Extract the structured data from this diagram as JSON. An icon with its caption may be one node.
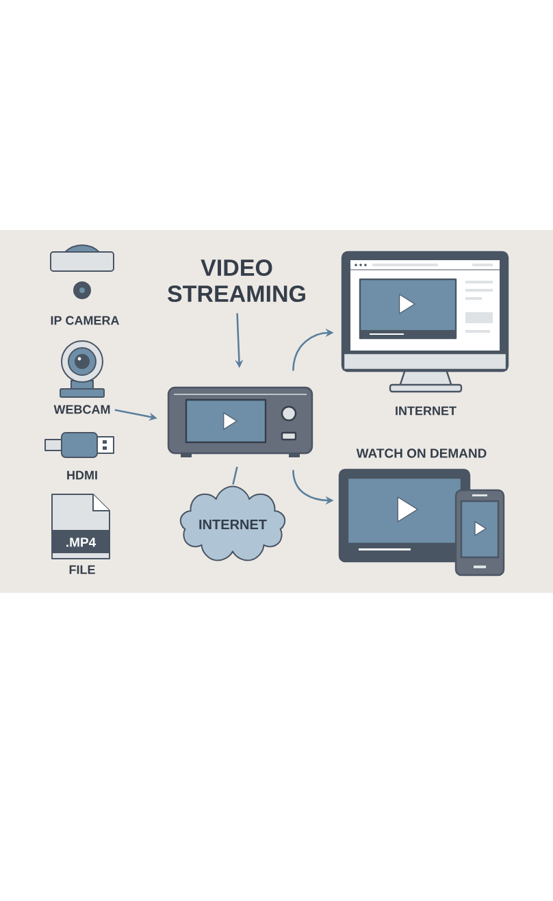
{
  "diagram": {
    "nodes": [
      {
        "text": [
          "IP CAMERA"
        ]
      },
      {
        "text": [
          "WEBCAM"
        ]
      },
      {
        "text": [
          "HDMI"
        ]
      },
      {
        "text": [
          ".MP4",
          "FILE"
        ]
      },
      {
        "text": [
          "VIDEO STREAMING"
        ]
      },
      {
        "text": [],
        "shape": "picture"
      },
      {
        "text": [
          "INTERNET"
        ]
      },
      {
        "text": [
          "INTERNET"
        ]
      },
      {
        "text": [
          "WATCH ON DEMAND"
        ]
      }
    ],
    "edges": [
      {
        "from": 1,
        "to": 5,
        "arrow": "to"
      },
      {
        "from": 4,
        "to": 5,
        "arrow": "to"
      },
      {
        "from": 5,
        "to": 6,
        "arrow": "none"
      },
      {
        "from": 5,
        "to": 7,
        "arrow": "to"
      },
      {
        "from": 5,
        "to": 8,
        "arrow": "to"
      }
    ]
  }
}
